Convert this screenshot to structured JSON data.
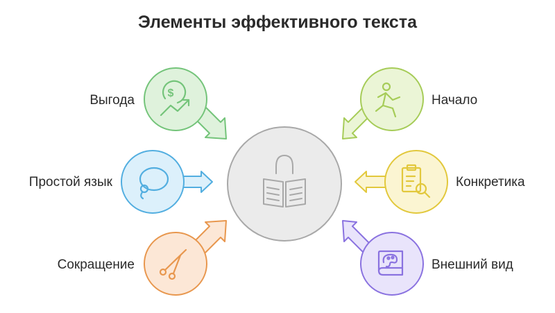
{
  "title": "Элементы эффективного текста",
  "center": {
    "icon": "reading-newspaper-icon",
    "color": "#ebebeb",
    "stroke": "#a8a8a8"
  },
  "elements": [
    {
      "id": "benefit",
      "label": "Выгода",
      "icon": "money-growth-icon",
      "fill": "#dff2dc",
      "stroke": "#74c47a",
      "side": "left"
    },
    {
      "id": "plain",
      "label": "Простой язык",
      "icon": "speech-bubble-icon",
      "fill": "#dcf0fb",
      "stroke": "#52aee0",
      "side": "left"
    },
    {
      "id": "shortening",
      "label": "Сокращение",
      "icon": "scissors-icon",
      "fill": "#fce7d6",
      "stroke": "#e8974e",
      "side": "left"
    },
    {
      "id": "start",
      "label": "Начало",
      "icon": "running-person-icon",
      "fill": "#ebf5d6",
      "stroke": "#a6cc58",
      "side": "right"
    },
    {
      "id": "concrete",
      "label": "Конкретика",
      "icon": "clipboard-search-icon",
      "fill": "#fbf5d2",
      "stroke": "#e2c83c",
      "side": "right"
    },
    {
      "id": "appearance",
      "label": "Внешний вид",
      "icon": "art-book-icon",
      "fill": "#e9e4fb",
      "stroke": "#8a72e0",
      "side": "right"
    }
  ]
}
